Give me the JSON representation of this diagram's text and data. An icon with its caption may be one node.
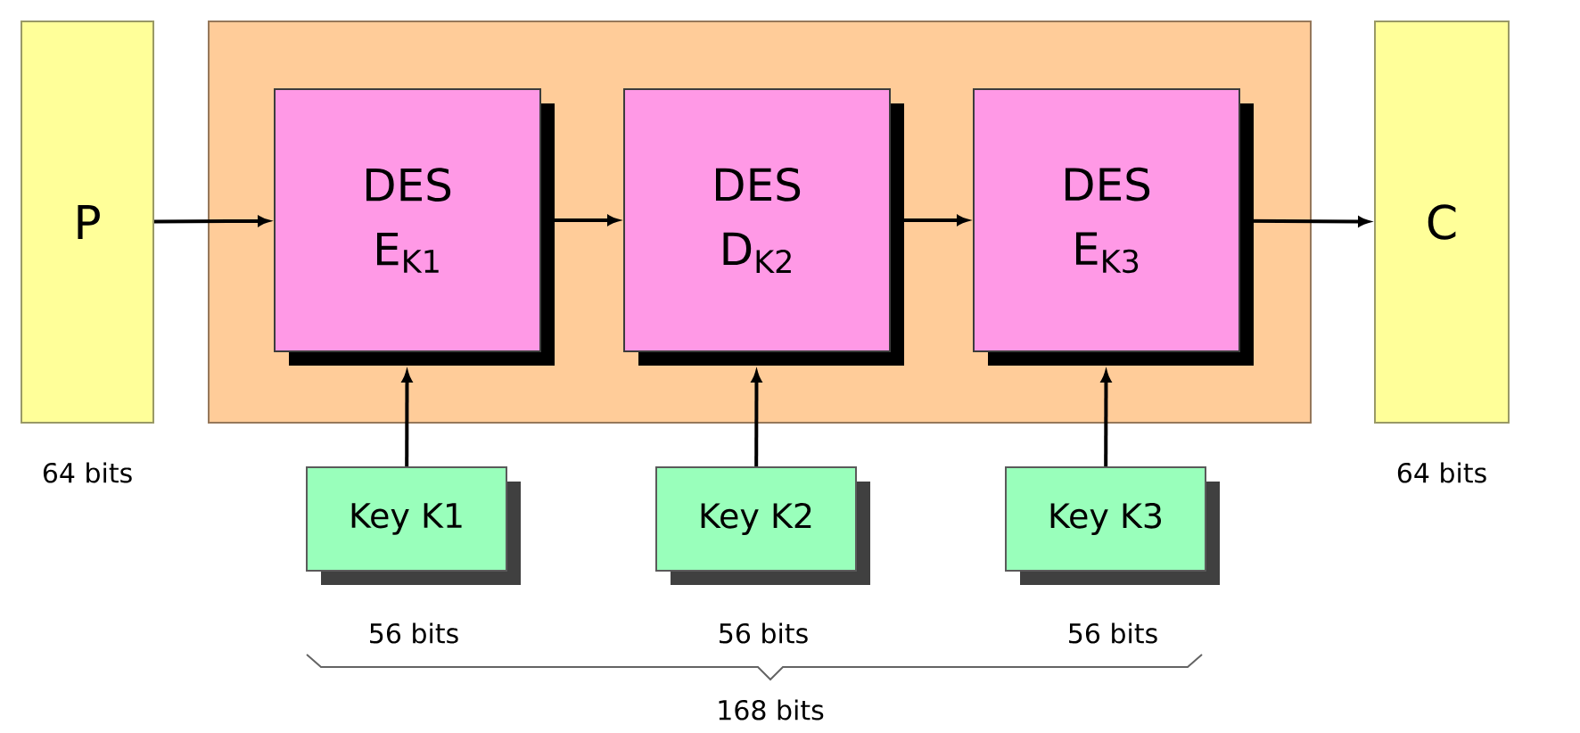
{
  "diagram": {
    "nodes": [
      {
        "text": [
          "P"
        ],
        "beside": [
          "64 bits"
        ]
      },
      {
        "text": [],
        "shape": "box"
      },
      {
        "text": [
          "DES",
          "E$_{K1}$"
        ],
        "in": 1
      },
      {
        "text": [
          "DES",
          "D$_{K2}$"
        ],
        "in": 1
      },
      {
        "text": [
          "DES",
          "E$_{K3}$"
        ],
        "in": 1
      },
      {
        "text": [
          "C"
        ],
        "beside": [
          "64 bits"
        ]
      },
      {
        "text": [
          "Key K1"
        ],
        "beside": [
          "56 bits"
        ]
      },
      {
        "text": [
          "Key K2"
        ],
        "beside": [
          "56 bits"
        ]
      },
      {
        "text": [
          "Key K3"
        ],
        "beside": [
          "56 bits"
        ]
      }
    ],
    "edges": [
      {
        "from": 0,
        "to": 2,
        "arrow": "to"
      },
      {
        "from": 2,
        "to": 3,
        "arrow": "to"
      },
      {
        "from": 3,
        "to": 4,
        "arrow": "to"
      },
      {
        "from": 4,
        "to": 5,
        "arrow": "to"
      },
      {
        "from": 6,
        "to": 2,
        "arrow": "to"
      },
      {
        "from": 7,
        "to": 3,
        "arrow": "to"
      },
      {
        "from": 8,
        "to": 4,
        "arrow": "to"
      }
    ],
    "labels": [
      "168 bits"
    ]
  }
}
